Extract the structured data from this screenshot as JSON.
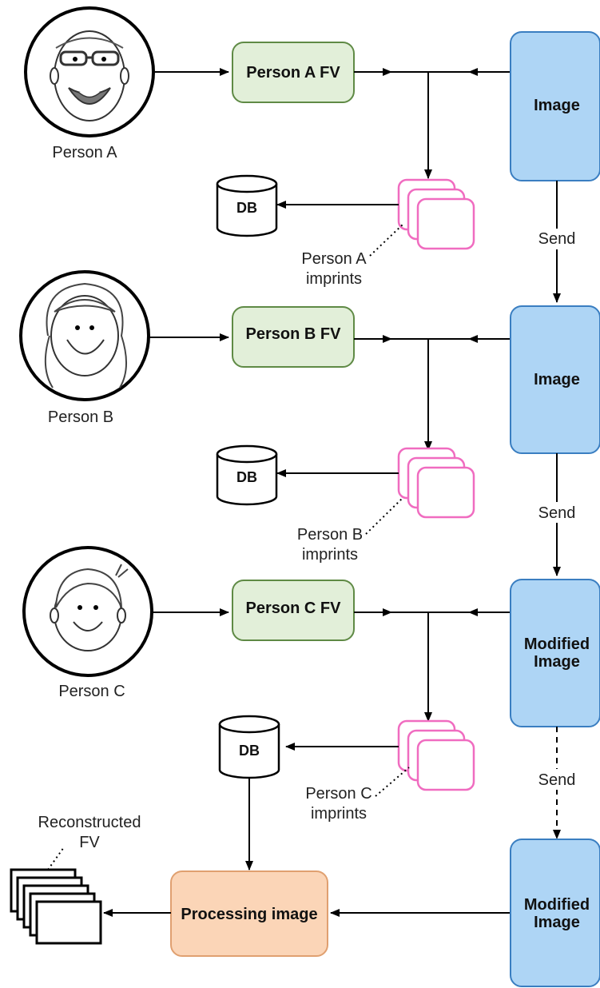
{
  "persons": [
    {
      "name": "Person A",
      "fv": "Person A FV",
      "imprints_line1": "Person A",
      "imprints_line2": "imprints",
      "db": "DB"
    },
    {
      "name": "Person B",
      "fv": "Person B FV",
      "imprints_line1": "Person B",
      "imprints_line2": "imprints",
      "db": "DB"
    },
    {
      "name": "Person C",
      "fv": "Person C FV",
      "imprints_line1": "Person C",
      "imprints_line2": "imprints",
      "db": "DB"
    }
  ],
  "images": [
    {
      "line1": "Image",
      "line2": ""
    },
    {
      "line1": "Image",
      "line2": ""
    },
    {
      "line1": "Modified",
      "line2": "Image"
    },
    {
      "line1": "Modified",
      "line2": "Image"
    }
  ],
  "send_labels": [
    "Send",
    "Send",
    "Send"
  ],
  "processing": "Processing image",
  "reconstructed": {
    "line1": "Reconstructed",
    "line2": "FV"
  },
  "colors": {
    "fv_fill": "#e2efd9",
    "fv_stroke": "#5f8a45",
    "image_fill": "#aed5f5",
    "image_stroke": "#3a7ec1",
    "processing_fill": "#fbd5b7",
    "processing_stroke": "#e0a070",
    "imprint_stroke": "#f06cc0"
  }
}
